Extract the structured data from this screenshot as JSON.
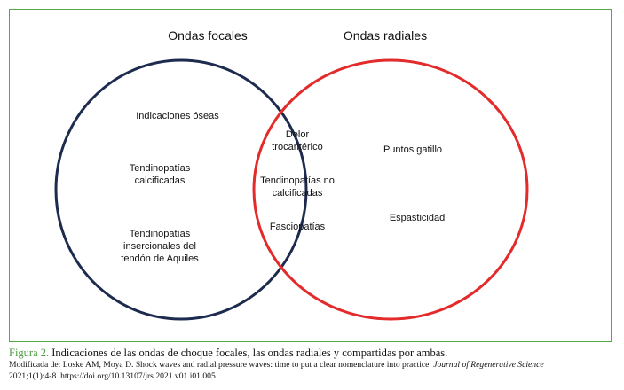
{
  "diagram": {
    "left_set": {
      "title": "Ondas focales",
      "color": "#1d2b4f",
      "items": [
        "Indicaciones óseas",
        "Tendinopatías calcificadas",
        "Tendinopatías insercionales del tendón de Aquiles"
      ]
    },
    "right_set": {
      "title": "Ondas radiales",
      "color": "#e32b2b",
      "items": [
        "Puntos gatillo",
        "Espasticidad"
      ]
    },
    "intersection": {
      "items": [
        "Dolor trocantérico",
        "Tendinopatías no calcificadas",
        "Fasciopatías"
      ]
    }
  },
  "caption": {
    "figure_label": "Figura 2.",
    "text": " Indicaciones de las ondas de choque focales, las ondas radiales y compartidas por ambas.",
    "source_prefix": "Modificada de: Loske AM, Moya D. Shock waves and radial pressure waves: time to put a clear nomenclature into practice. ",
    "source_journal": "Journal of Regenerative Science",
    "source_suffix": "2021;1(1):4-8. https://doi.org/10.13107/jrs.2021.v01.i01.005"
  },
  "frame_color": "#56a845"
}
